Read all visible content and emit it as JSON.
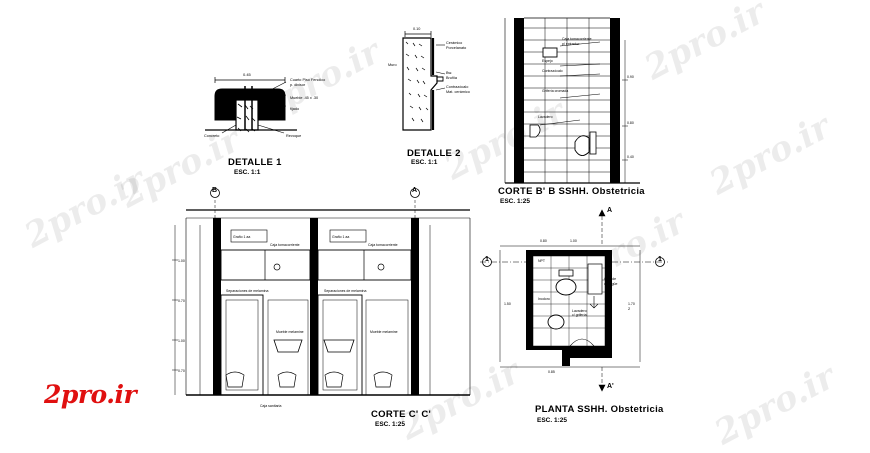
{
  "watermark": {
    "text": "2pro.ir"
  },
  "logo": {
    "text": "2pro.ir",
    "color": "#e01010"
  },
  "details": [
    {
      "title": "DETALLE 1",
      "scale": "ESC. 1:1"
    },
    {
      "title": "DETALLE 2",
      "scale": "ESC. 1:1"
    }
  ],
  "sections": {
    "corte_b": {
      "title": "CORTE B' B SSHH. Obstetricia",
      "scale": "ESC. 1:25"
    },
    "corte_c": {
      "title": "CORTE C' C'",
      "scale": "ESC. 1:25"
    },
    "planta": {
      "title": "PLANTA SSHH. Obstetricia",
      "scale": "ESC. 1:25"
    }
  },
  "grid_markers": {
    "left": "B",
    "right": "A",
    "plan_left": "1",
    "plan_right": "1",
    "plan_top": "A",
    "plan_bottom": "A'"
  },
  "colors": {
    "line": "#000000",
    "background": "#ffffff",
    "brand": "#e01010"
  }
}
